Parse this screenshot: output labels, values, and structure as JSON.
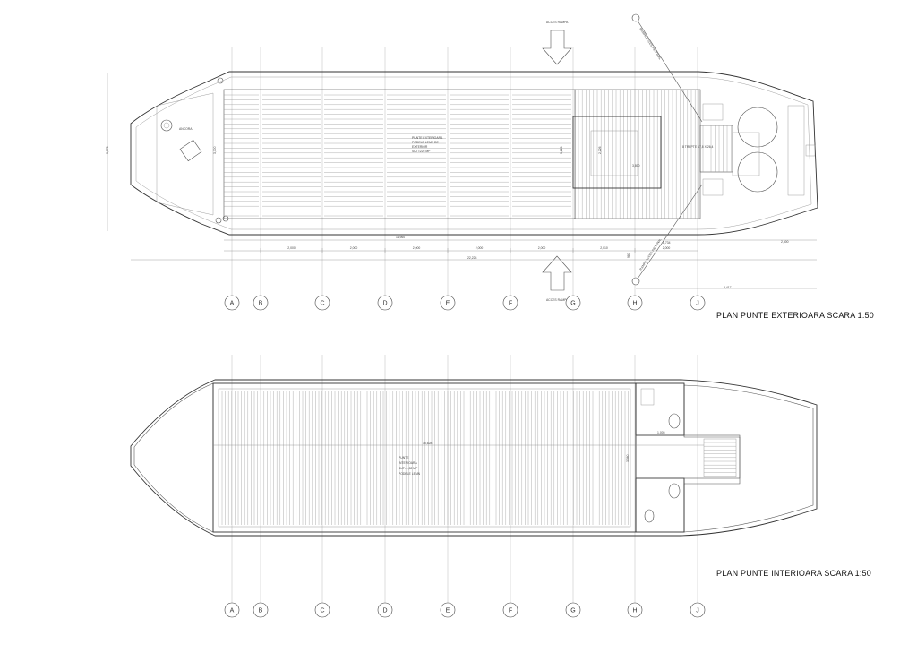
{
  "top_plan": {
    "title": "PLAN PUNTE EXTERIOARA SCARA 1:50",
    "access_top": "ACCES RAMPA",
    "access_bottom": "ACCES RAMPA",
    "anchor_label": "ANCORA",
    "deck_note": [
      "PUNTE EXTERIOARA",
      "PODELE LEMN DE",
      "EXTERIOR",
      "SUT=225 MP"
    ],
    "stair_note": "8 TREPTE 17,8 X 26,4",
    "ramp_note_top": "RAMPA ACCES PIETONAL",
    "ramp_note_bottom": "RAMPA ACCES PIETONAL",
    "dims_row1": [
      "2,000",
      "2,000",
      "2,000",
      "2,000",
      "2,000",
      "2,010",
      "2,000"
    ],
    "dim_total_upper": "11,960",
    "dim_total_lower": "22,228",
    "dim_right_a": "8,734",
    "dim_right_b": "2,500",
    "dim_right_c": "3,417",
    "dim_left_height": "3,378",
    "dim_deck_height": "3,000",
    "dim_hatch_width": "3,800",
    "dim_hatch_height": "2,226",
    "dim_deck_mid": "3,226",
    "dim_small": "980"
  },
  "bottom_plan": {
    "title": "PLAN PUNTE INTERIOARA SCARA 1:50",
    "deck_note": [
      "PUNTE",
      "INTERIOARA",
      "SUT=1,52 MP",
      "PODELE LEMN"
    ],
    "dim_length": "15,628",
    "dim_height": "3,360",
    "dim_wc": "1,005"
  },
  "axes": [
    "A",
    "B",
    "C",
    "D",
    "E",
    "F",
    "G",
    "H",
    "J"
  ]
}
